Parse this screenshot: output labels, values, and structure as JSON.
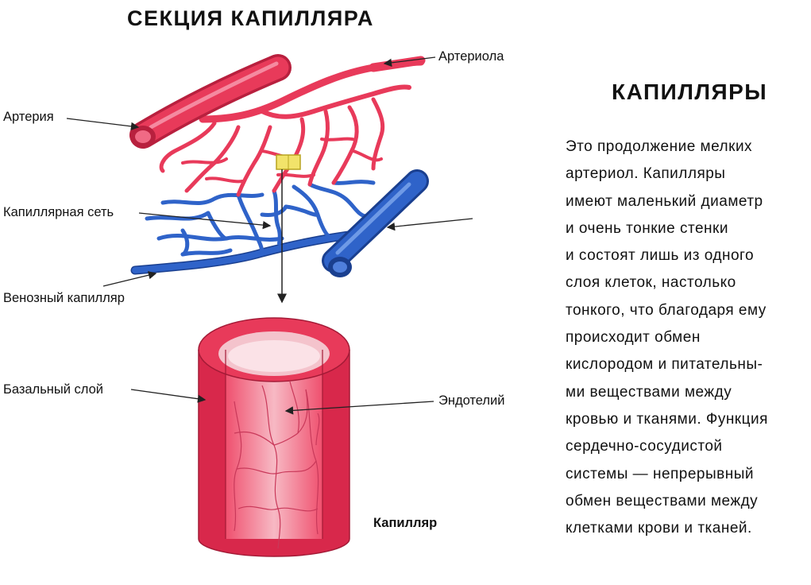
{
  "title": "СЕКЦИЯ КАПИЛЛЯРА",
  "side_title": "КАПИЛЛЯРЫ",
  "description_lines": [
    "Это продолжение мелких",
    "артериол. Капилляры",
    "имеют маленький диаметр",
    "и очень тонкие стенки",
    "и состоят лишь из одного",
    "слоя клеток, настолько",
    "тонкого, что благодаря ему",
    "происходит обмен",
    "кислородом и питательны-",
    "ми веществами между",
    "кровью и тканями. Функция",
    "сердечно-сосудистой",
    "системы — непрерывный",
    "обмен веществами между",
    "клетками крови и тканей."
  ],
  "labels": {
    "arteriole": "Артериола",
    "artery": "Артерия",
    "capillary_network": "Капиллярная сеть",
    "venous_capillary": "Венозный капилляр",
    "basal_layer": "Базальный слой",
    "endothelium": "Эндотелий",
    "capillary": "Капилляр"
  },
  "colors": {
    "arterial": "#e83a5a",
    "arterial_dark": "#b8203e",
    "venous": "#2f63c9",
    "venous_dark": "#1a3f8f",
    "section_marker": "#f2e36a"
  }
}
